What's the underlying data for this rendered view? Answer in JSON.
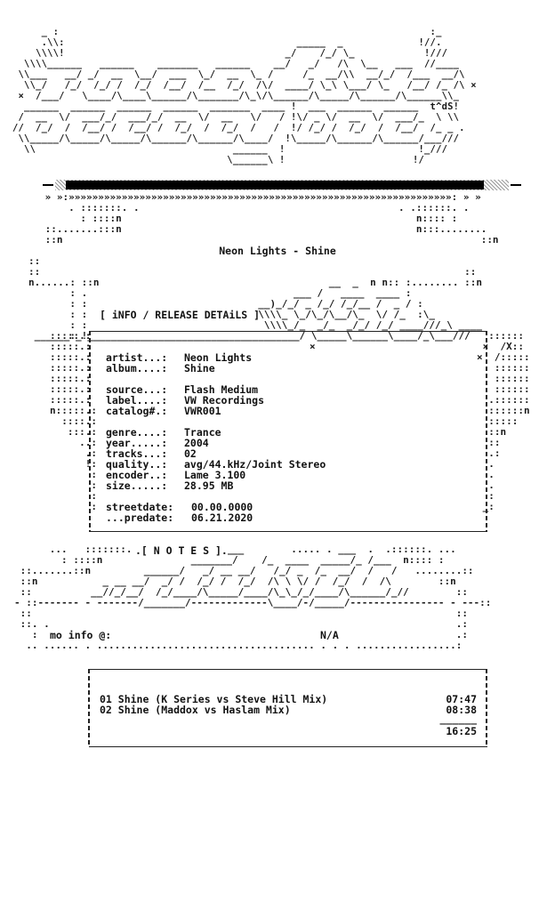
{
  "release": {
    "title_line": "Neon Lights - Shine"
  },
  "info": {
    "heading": "[ iNFO / RELEASE DETAiLS ]",
    "fields": [
      {
        "key": "artist...:",
        "value": "Neon Lights"
      },
      {
        "key": "album....:",
        "value": "Shine"
      },
      {
        "key": "source...:",
        "value": "Flash Medium"
      },
      {
        "key": "label....:",
        "value": "VW Recordings"
      },
      {
        "key": "catalog#.:",
        "value": "VWR001"
      },
      {
        "key": "genre....:",
        "value": "Trance"
      },
      {
        "key": "year.....:",
        "value": "2004"
      },
      {
        "key": "tracks...:",
        "value": "02"
      },
      {
        "key": "quality..:",
        "value": "avg/44.kHz/Joint Stereo"
      },
      {
        "key": "encoder..:",
        "value": "Lame 3.100"
      },
      {
        "key": "size.....:",
        "value": "28.95 MB"
      },
      {
        "key": "streetdate:",
        "value": "00.00.0000"
      },
      {
        "key": "...predate:",
        "value": "06.21.2020"
      }
    ]
  },
  "notes": {
    "heading": ".[ N O T E S ].",
    "label": "mo info @:",
    "value": "N/A"
  },
  "tracklist": {
    "tracks": [
      {
        "name": "01 Shine (K Series vs Steve Hill Mix)",
        "time": "07:47"
      },
      {
        "name": "02 Shine (Maddox vs Haslam Mix)",
        "time": "08:38"
      }
    ],
    "separator": "______",
    "total": "16:25"
  },
  "art": {
    "signature": "t^dS!"
  }
}
